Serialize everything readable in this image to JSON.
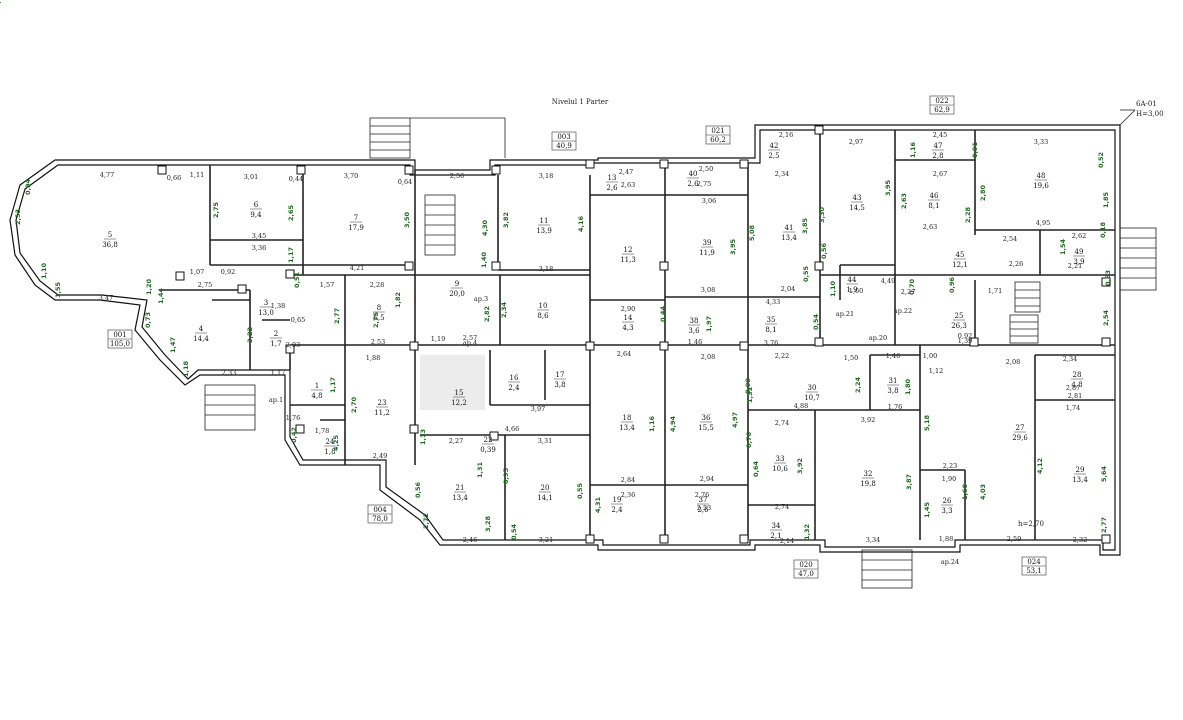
{
  "title": "Nivelul 1 Parter",
  "corner_note": [
    "6A-01",
    "H=3,00"
  ],
  "height_note": "h=2,70",
  "zones": [
    {
      "id": "001",
      "area": "105,0"
    },
    {
      "id": "003",
      "area": "40,9"
    },
    {
      "id": "004",
      "area": "78,0"
    },
    {
      "id": "020",
      "area": "47,0"
    },
    {
      "id": "021",
      "area": "60,2"
    },
    {
      "id": "022",
      "area": "62,9"
    },
    {
      "id": "024",
      "area": "53,1"
    }
  ],
  "staircase_labels": [
    "ap.1",
    "ap.3",
    "ap.4",
    "ap.21",
    "ap.22",
    "ap.24",
    "ap.20"
  ],
  "rooms": [
    {
      "n": "5",
      "a": "36,8"
    },
    {
      "n": "6",
      "a": "9,4"
    },
    {
      "n": "7",
      "a": "17,9"
    },
    {
      "n": "11",
      "a": "13,9"
    },
    {
      "n": "13",
      "a": "2,6"
    },
    {
      "n": "40",
      "a": "2,6"
    },
    {
      "n": "42",
      "a": "2,5"
    },
    {
      "n": "47",
      "a": "2,8"
    },
    {
      "n": "48",
      "a": "19,6"
    },
    {
      "n": "43",
      "a": "14,5"
    },
    {
      "n": "46",
      "a": "8,1"
    },
    {
      "n": "41",
      "a": "13,4"
    },
    {
      "n": "39",
      "a": "11,9"
    },
    {
      "n": "12",
      "a": "11,3"
    },
    {
      "n": "9",
      "a": "20,0"
    },
    {
      "n": "10",
      "a": "8,6"
    },
    {
      "n": "8",
      "a": "6,5"
    },
    {
      "n": "3",
      "a": "13,0"
    },
    {
      "n": "4",
      "a": "14,4"
    },
    {
      "n": "2",
      "a": "1,7"
    },
    {
      "n": "1",
      "a": "4,8"
    },
    {
      "n": "23",
      "a": "11,2"
    },
    {
      "n": "24",
      "a": "1,8"
    },
    {
      "n": "15",
      "a": "12,2"
    },
    {
      "n": "16",
      "a": "2,4"
    },
    {
      "n": "17",
      "a": "3,8"
    },
    {
      "n": "14",
      "a": "4,3"
    },
    {
      "n": "38",
      "a": "3,6"
    },
    {
      "n": "35",
      "a": "8,1"
    },
    {
      "n": "44",
      "a": "1,9"
    },
    {
      "n": "45",
      "a": "12,1"
    },
    {
      "n": "49",
      "a": "3,9"
    },
    {
      "n": "25",
      "a": "26,3"
    },
    {
      "n": "18",
      "a": "13,4"
    },
    {
      "n": "36",
      "a": "15,5"
    },
    {
      "n": "30",
      "a": "10,7"
    },
    {
      "n": "31",
      "a": "3,8"
    },
    {
      "n": "27",
      "a": "29,6"
    },
    {
      "n": "28",
      "a": "4,8"
    },
    {
      "n": "29",
      "a": "13,4"
    },
    {
      "n": "21",
      "a": "13,4"
    },
    {
      "n": "20",
      "a": "14,1"
    },
    {
      "n": "19",
      "a": "2,4"
    },
    {
      "n": "37",
      "a": "2,6"
    },
    {
      "n": "33",
      "a": "10,6"
    },
    {
      "n": "32",
      "a": "19,8"
    },
    {
      "n": "26",
      "a": "3,3"
    },
    {
      "n": "34",
      "a": "2,1"
    },
    {
      "n": "22",
      "a": "0,39"
    }
  ],
  "dimensions": [
    "4,77",
    "0,66",
    "1,11",
    "3,01",
    "0,44",
    "3,70",
    "0,64",
    "2,56",
    "3,18",
    "2,47",
    "2,63",
    "2,50",
    "2,75",
    "2,16",
    "2,34",
    "2,97",
    "2,45",
    "3,33",
    "3,45",
    "3,36",
    "4,21",
    "1,07",
    "0,92",
    "2,75",
    "2,28",
    "3,18",
    "3,08",
    "2,04",
    "4,33",
    "3,06",
    "1,57",
    "1,38",
    "0,65",
    "2,03",
    "1,88",
    "2,53",
    "1,19",
    "2,57",
    "1,46",
    "3,76",
    "2,22",
    "1,50",
    "1,46",
    "0,92",
    "2,08",
    "2,34",
    "1,74",
    "2,81",
    "3,97",
    "4,66",
    "2,27",
    "3,31",
    "2,64",
    "2,08",
    "4,88",
    "3,92",
    "1,76",
    "2,74",
    "2,23",
    "1,90",
    "2,84",
    "2,94",
    "2,36",
    "2,76",
    "2,53",
    "2,74",
    "2,14",
    "3,34",
    "1,88",
    "2,59",
    "2,32",
    "2,46",
    "3,21",
    "2,33",
    "1,17",
    "1,76",
    "1,78",
    "2,49",
    "3,47",
    "2,54",
    "2,62",
    "2,21",
    "1,60",
    "2,27",
    "4,49",
    "1,39",
    "1,71",
    "2,26",
    "4,95",
    "2,63",
    "2,67",
    "1,12",
    "1,00",
    "2,87",
    "2,90"
  ],
  "green_dims": [
    "2,53",
    "0,94",
    "1,10",
    "1,55",
    "1,20",
    "1,44",
    "0,73",
    "1,47",
    "1,18",
    "3,22",
    "2,75",
    "2,65",
    "1,17",
    "0,51",
    "2,77",
    "2,75",
    "1,82",
    "3,50",
    "4,30",
    "2,82",
    "2,34",
    "4,16",
    "3,82",
    "1,40",
    "1,97",
    "0,44",
    "3,95",
    "5,08",
    "3,85",
    "3,30",
    "0,56",
    "0,55",
    "1,10",
    "0,54",
    "3,95",
    "2,63",
    "2,28",
    "2,80",
    "1,16",
    "0,91",
    "0,52",
    "1,85",
    "0,18",
    "1,54",
    "0,53",
    "2,54",
    "0,96",
    "0,70",
    "1,80",
    "2,24",
    "1,31",
    "0,76",
    "0,64",
    "3,92",
    "3,87",
    "5,18",
    "4,12",
    "5,64",
    "4,03",
    "1,60",
    "1,45",
    "2,77",
    "1,32",
    "0,99",
    "1,31",
    "0,95",
    "3,28",
    "0,55",
    "4,31",
    "0,54",
    "0,56",
    "2,72",
    "1,13",
    "0,42",
    "1,17",
    "2,70",
    "4,25",
    "1,16",
    "4,94",
    "4,97",
    "5,30"
  ]
}
